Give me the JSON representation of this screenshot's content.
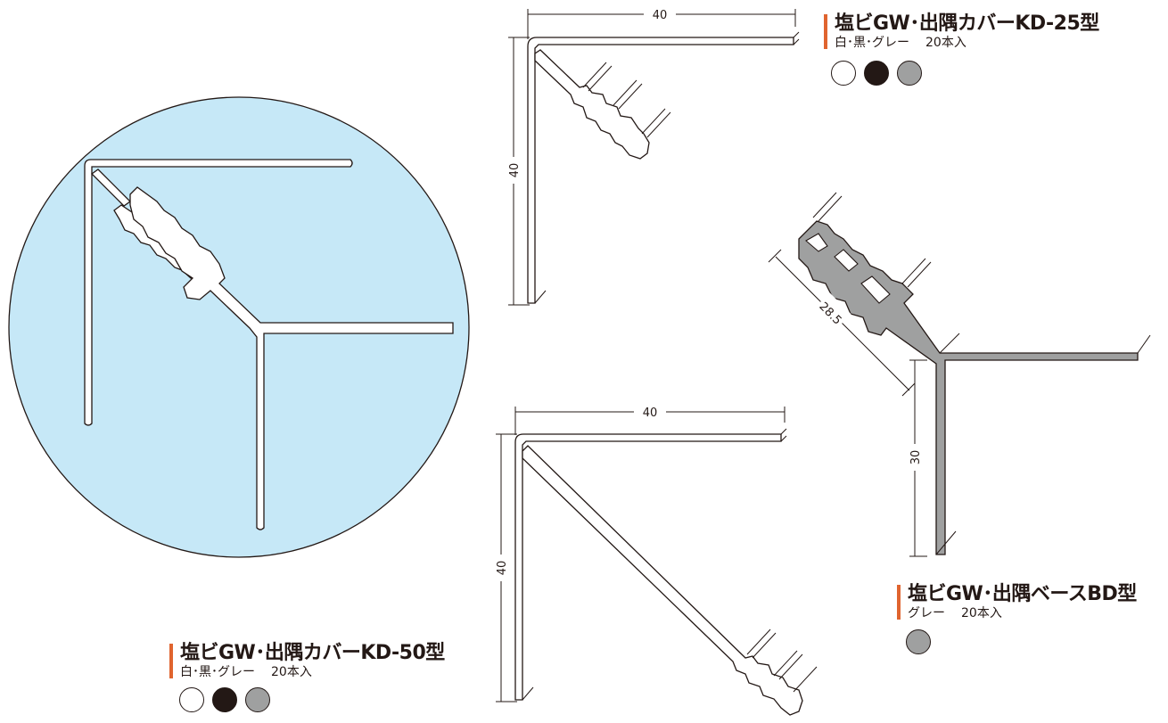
{
  "products": [
    {
      "id": "kd25",
      "title": "塩ビGW･出隅カバーKD-25型",
      "colors_text": "白･黒･グレー",
      "quantity": "20本入",
      "swatches": [
        {
          "name": "white-swatch",
          "color": "#ffffff"
        },
        {
          "name": "black-swatch",
          "color": "#231815"
        },
        {
          "name": "gray-swatch",
          "color": "#9fa0a0"
        }
      ]
    },
    {
      "id": "kd50",
      "title": "塩ビGW･出隅カバーKD-50型",
      "colors_text": "白･黒･グレー",
      "quantity": "20本入",
      "swatches": [
        {
          "name": "white-swatch",
          "color": "#ffffff"
        },
        {
          "name": "black-swatch",
          "color": "#231815"
        },
        {
          "name": "gray-swatch",
          "color": "#9fa0a0"
        }
      ]
    },
    {
      "id": "bd",
      "title": "塩ビGW･出隅ベースBD型",
      "colors_text": "グレー",
      "quantity": "20本入",
      "swatches": [
        {
          "name": "gray-swatch",
          "color": "#9fa0a0"
        }
      ]
    }
  ],
  "dimensions": {
    "kd25_width": "40",
    "kd25_height": "40",
    "kd50_width": "40",
    "kd50_height": "40",
    "bd_diagonal": "28.5",
    "bd_height": "30"
  },
  "colors": {
    "accent_bar": "#e0642f",
    "circle_fill": "#c6e8f7",
    "base_gray": "#9fa0a0",
    "line": "#231815"
  }
}
